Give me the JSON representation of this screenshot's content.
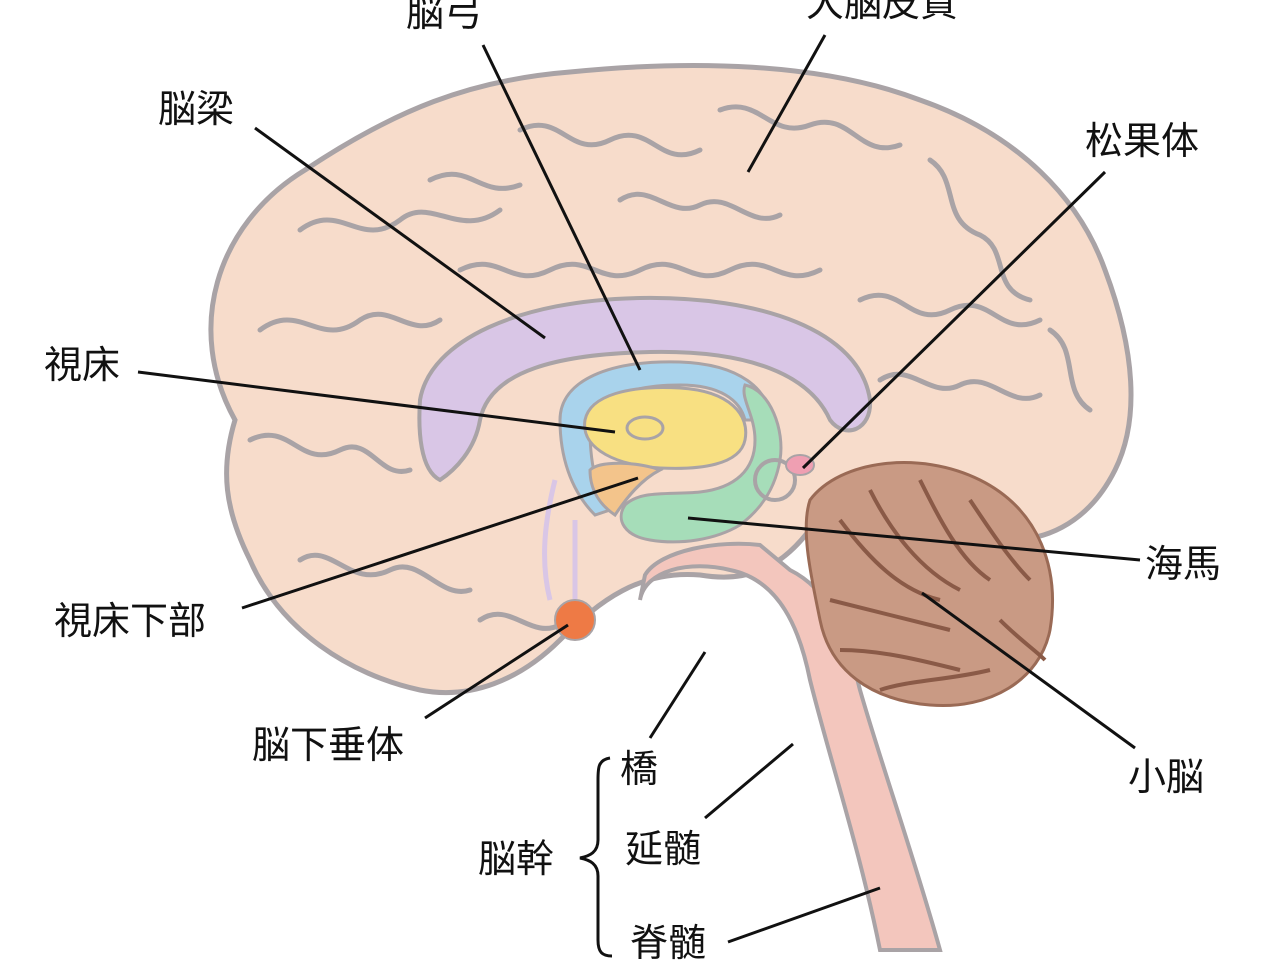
{
  "labels": {
    "fornix": "脳弓",
    "cerebral_cortex": "大脳皮質",
    "corpus_callosum": "脳梁",
    "pineal_body": "松果体",
    "thalamus": "視床",
    "hippocampus": "海馬",
    "hypothalamus": "視床下部",
    "pituitary": "脳下垂体",
    "pons": "橋",
    "cerebellum": "小脳",
    "brainstem": "脳幹",
    "medulla": "延髄",
    "spinal_cord": "脊髄"
  },
  "colors": {
    "cortex": "#f7dccb",
    "cortex_outline": "#a9a3a6",
    "corpus_callosum": "#d9c6e6",
    "fornix": "#a9d3ec",
    "thalamus": "#f8e082",
    "hypothalamus": "#f3c48b",
    "hippocampus": "#a6ddb9",
    "pineal": "#ef9fb2",
    "pituitary": "#ee7a45",
    "cerebellum": "#c99a84",
    "brainstem": "#f3c6bd",
    "leader_line": "#111111"
  }
}
